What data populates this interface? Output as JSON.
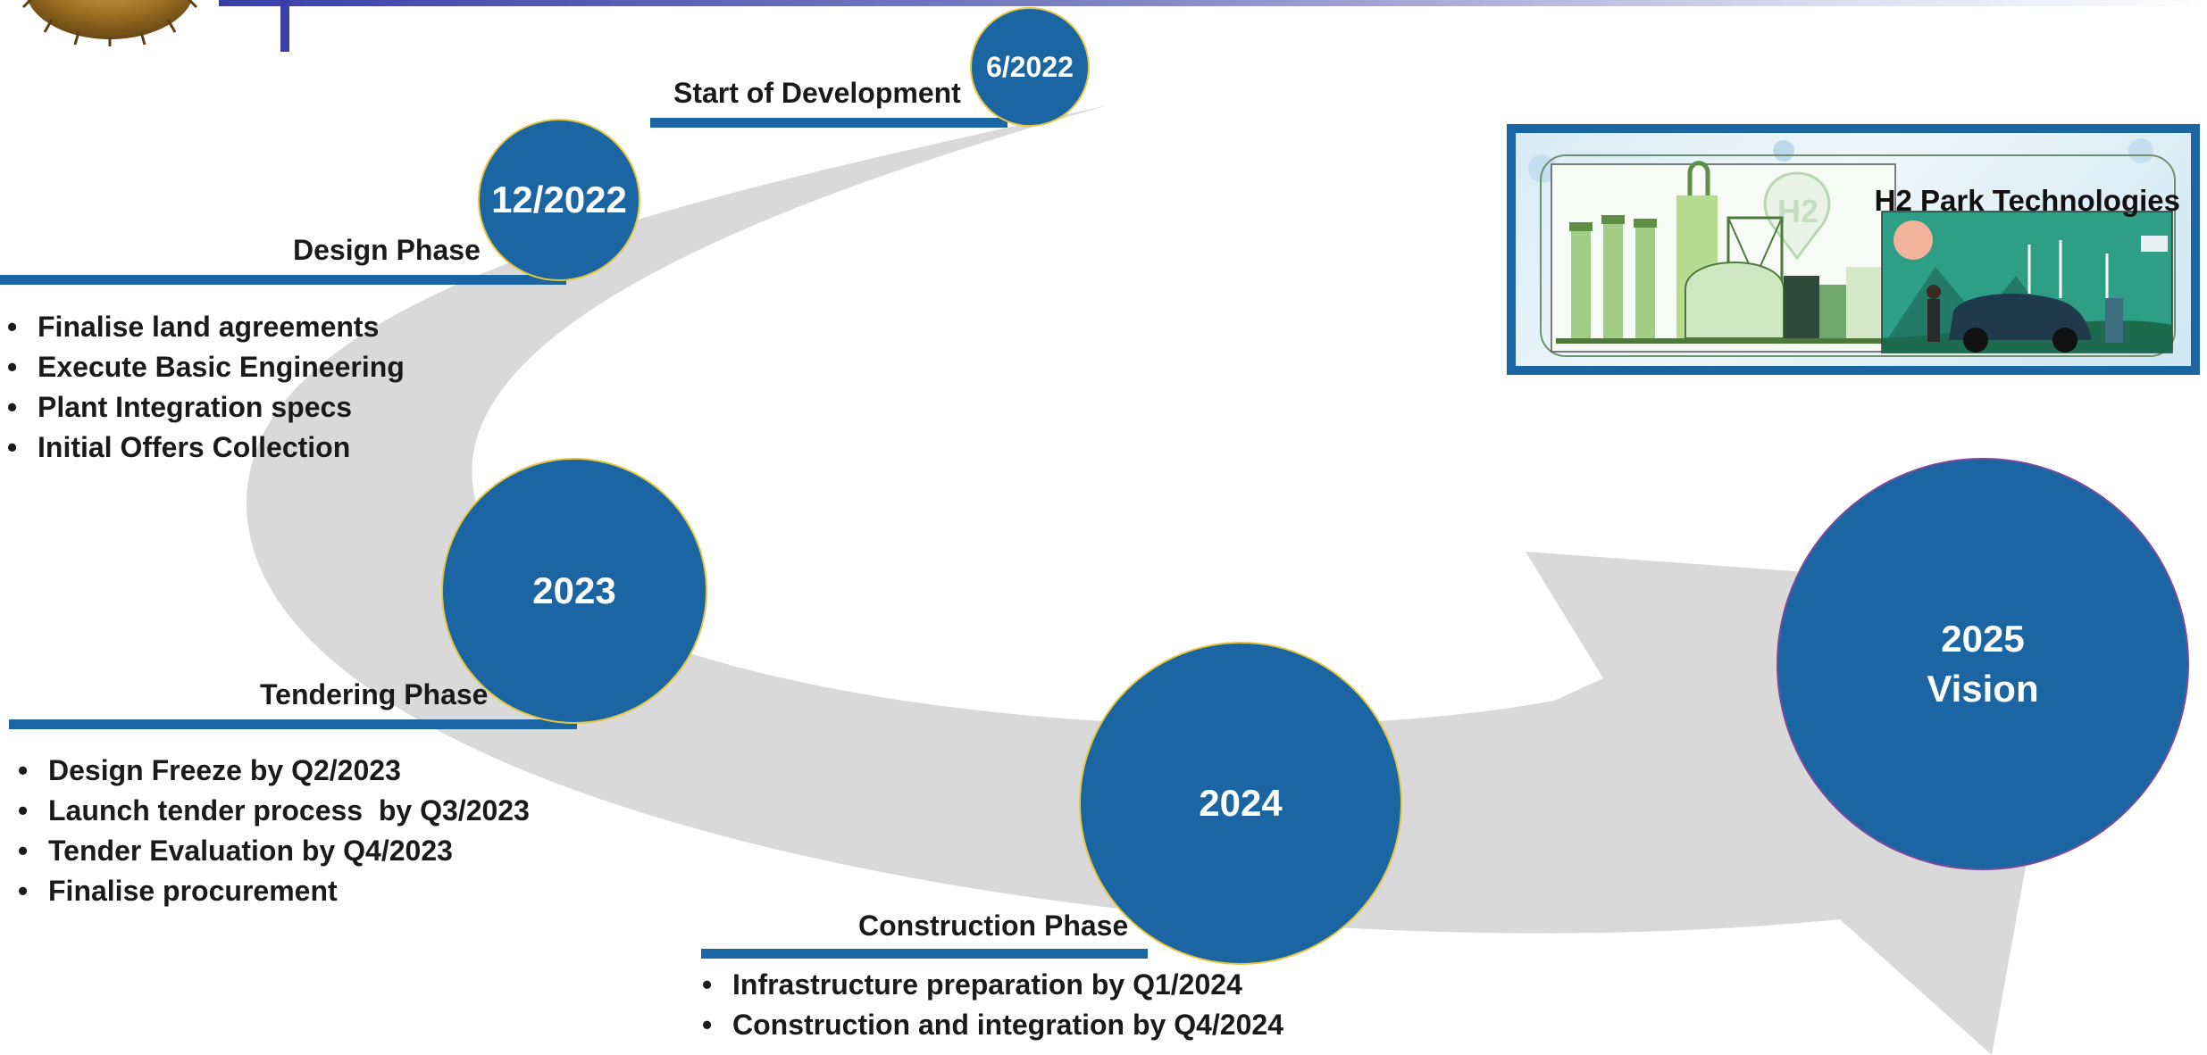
{
  "milestones": [
    {
      "label": "6/2022",
      "phase": "Start of Development",
      "bullets": []
    },
    {
      "label": "12/2022",
      "phase": "Design Phase",
      "bullets": [
        "Finalise land agreements",
        "Execute Basic Engineering",
        "Plant Integration specs",
        "Initial Offers Collection"
      ]
    },
    {
      "label": "2023",
      "phase": "Tendering Phase",
      "bullets": [
        "Design Freeze by Q2/2023",
        "Launch tender process  by Q3/2023",
        "Tender Evaluation by Q4/2023",
        "Finalise procurement"
      ]
    },
    {
      "label": "2024",
      "phase": "Construction Phase",
      "bullets": [
        "Infrastructure preparation by Q1/2024",
        "Construction and integration by Q4/2024"
      ]
    },
    {
      "label_line1": "2025",
      "label_line2": "Vision"
    }
  ],
  "h2_park": {
    "title": "H2 Park Technologies",
    "icon_text": "H2"
  },
  "colors": {
    "milestone_fill": "#1b65a3",
    "milestone_border": "#e2c640",
    "arrow": "#d9d9d9",
    "header_bar": "#3b3ea8"
  }
}
